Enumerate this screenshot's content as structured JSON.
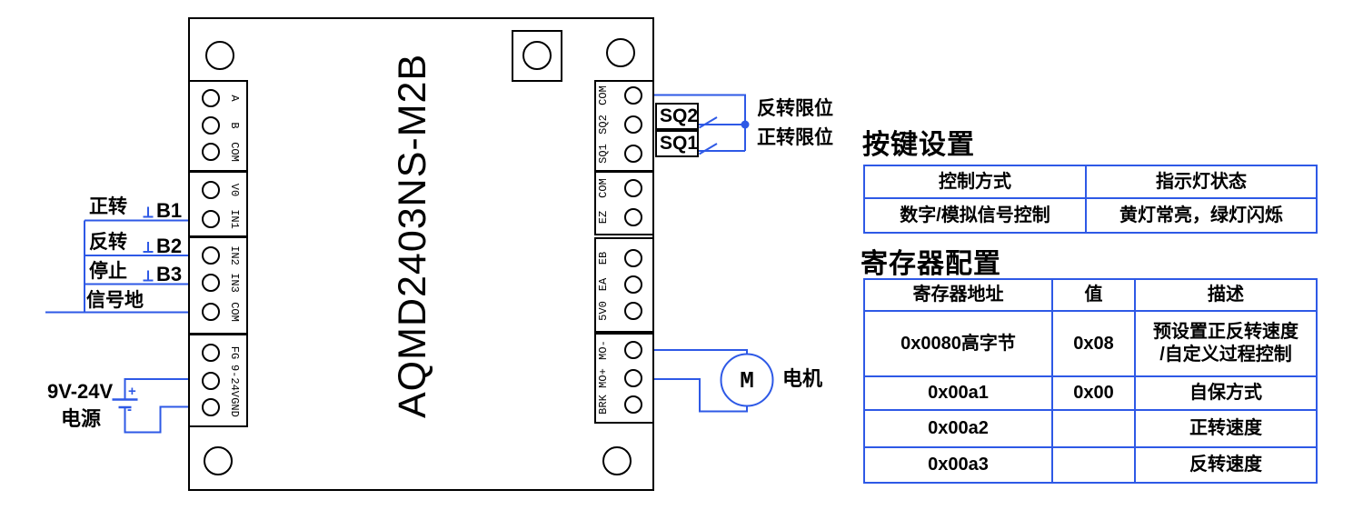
{
  "board": {
    "name": "AQMD2403NS-M2B",
    "left_terminals": [
      "A",
      "B",
      "COM",
      "V0",
      "IN1",
      "IN2",
      "IN3",
      "COM",
      "FG",
      "9-24V",
      "GND"
    ],
    "right_terminals": [
      "COM",
      "SQ2",
      "SQ1",
      "COM",
      "EZ",
      "EB",
      "EA",
      "5V0",
      "MO-",
      "MO+",
      "BRK"
    ]
  },
  "left_wiring": {
    "b1_label": "正转",
    "b1_id": "B1",
    "b2_label": "反转",
    "b2_id": "B2",
    "b3_label": "停止",
    "b3_id": "B3",
    "signal_ground": "信号地",
    "power_voltage": "9V-24V",
    "power_label": "电源",
    "plus": "+",
    "minus": "-"
  },
  "right_wiring": {
    "sq2": "SQ2",
    "sq2_desc": "反转限位",
    "sq1": "SQ1",
    "sq1_desc": "正转限位",
    "motor_symbol": "M",
    "motor_label": "电机"
  },
  "button_table": {
    "title": "按键设置",
    "col1": "控制方式",
    "col2": "指示灯状态",
    "row1_col1": "数字/模拟信号控制",
    "row1_col2": "黄灯常亮，绿灯闪烁"
  },
  "register_table": {
    "title": "寄存器配置",
    "col1": "寄存器地址",
    "col2": "值",
    "col3": "描述",
    "rows": [
      {
        "addr": "0x0080高字节",
        "value": "0x08",
        "desc": "预设置正反转速度\n/自定义过程控制"
      },
      {
        "addr": "0x00a1",
        "value": "0x00",
        "desc": "自保方式"
      },
      {
        "addr": "0x00a2",
        "value": "",
        "desc": "正转速度"
      },
      {
        "addr": "0x00a3",
        "value": "",
        "desc": "反转速度"
      }
    ]
  },
  "colors": {
    "wire_blue": "#2e59e6",
    "black": "#000000"
  }
}
